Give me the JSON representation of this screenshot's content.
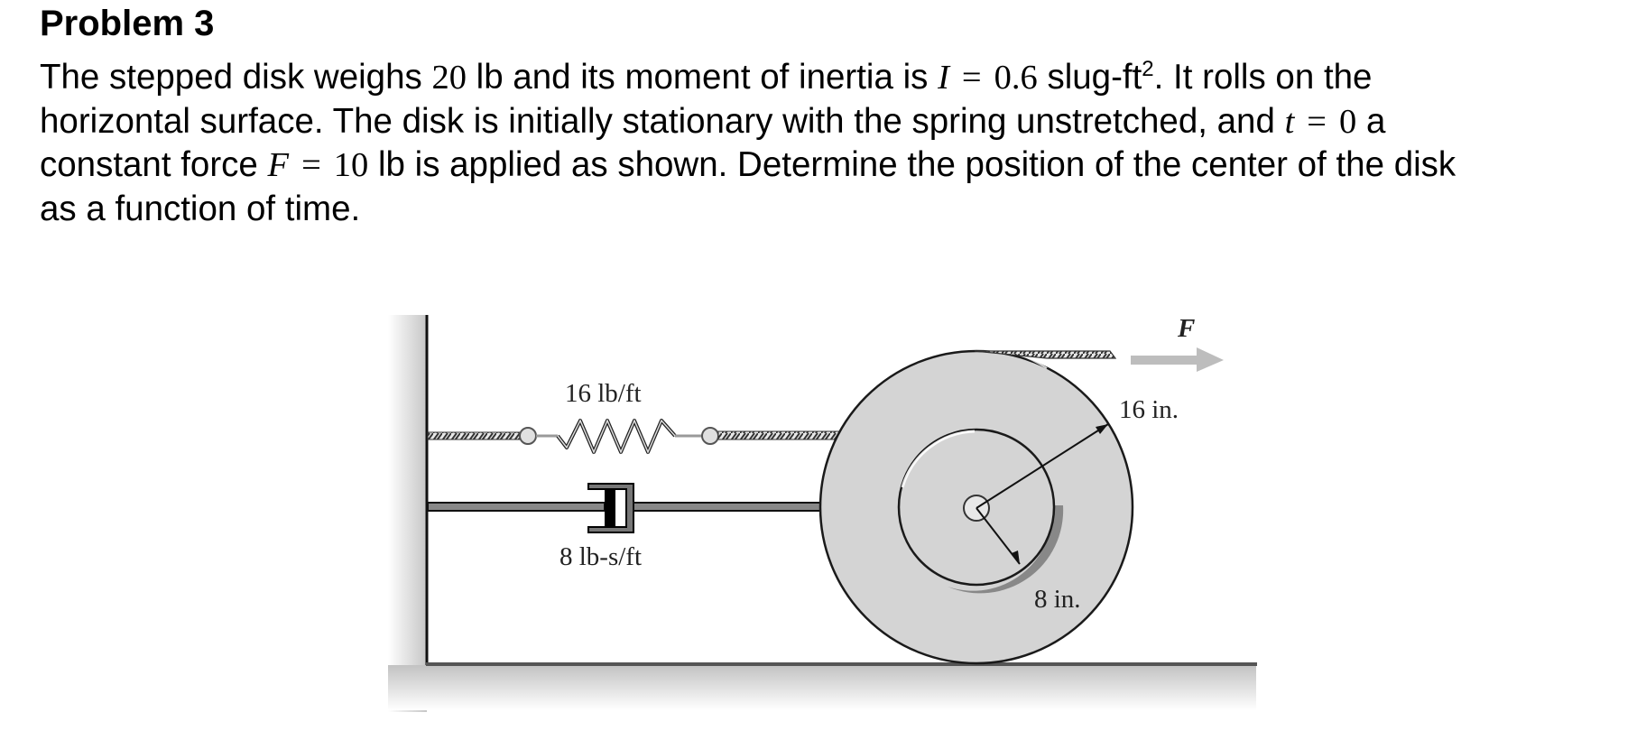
{
  "problem": {
    "title": "Problem 3",
    "lines": [
      {
        "before": "The stepped disk weighs ",
        "m1": "20",
        "mid": " lb and its moment of inertia is ",
        "var": "I",
        "eq": "=",
        "m2": "0.6",
        "after": " slug-ft",
        "sup": "2",
        "end": ". It rolls on the"
      },
      {
        "before": "horizontal surface. The disk is initially stationary with the spring unstretched, and ",
        "var": "t",
        "eq": "=",
        "m": "0",
        "after": " a"
      },
      {
        "before": "constant force ",
        "var": "F",
        "eq": "=",
        "m": "10",
        "after": " lb is applied as shown. Determine the position of the center of the disk"
      },
      {
        "text": "as a function of time."
      }
    ]
  },
  "figure": {
    "spring_label": "16 lb/ft",
    "damper_label": "8 lb-s/ft",
    "force_label": "F",
    "outer_radius_label": "16 in.",
    "inner_radius_label": "8 in.",
    "colors": {
      "disk_fill": "#d4d4d4",
      "outline": "#1a1a1a",
      "wall_shadow": "#c8c8c8",
      "force_arrow": "#bdbdbd",
      "ground_line": "#555555"
    }
  }
}
